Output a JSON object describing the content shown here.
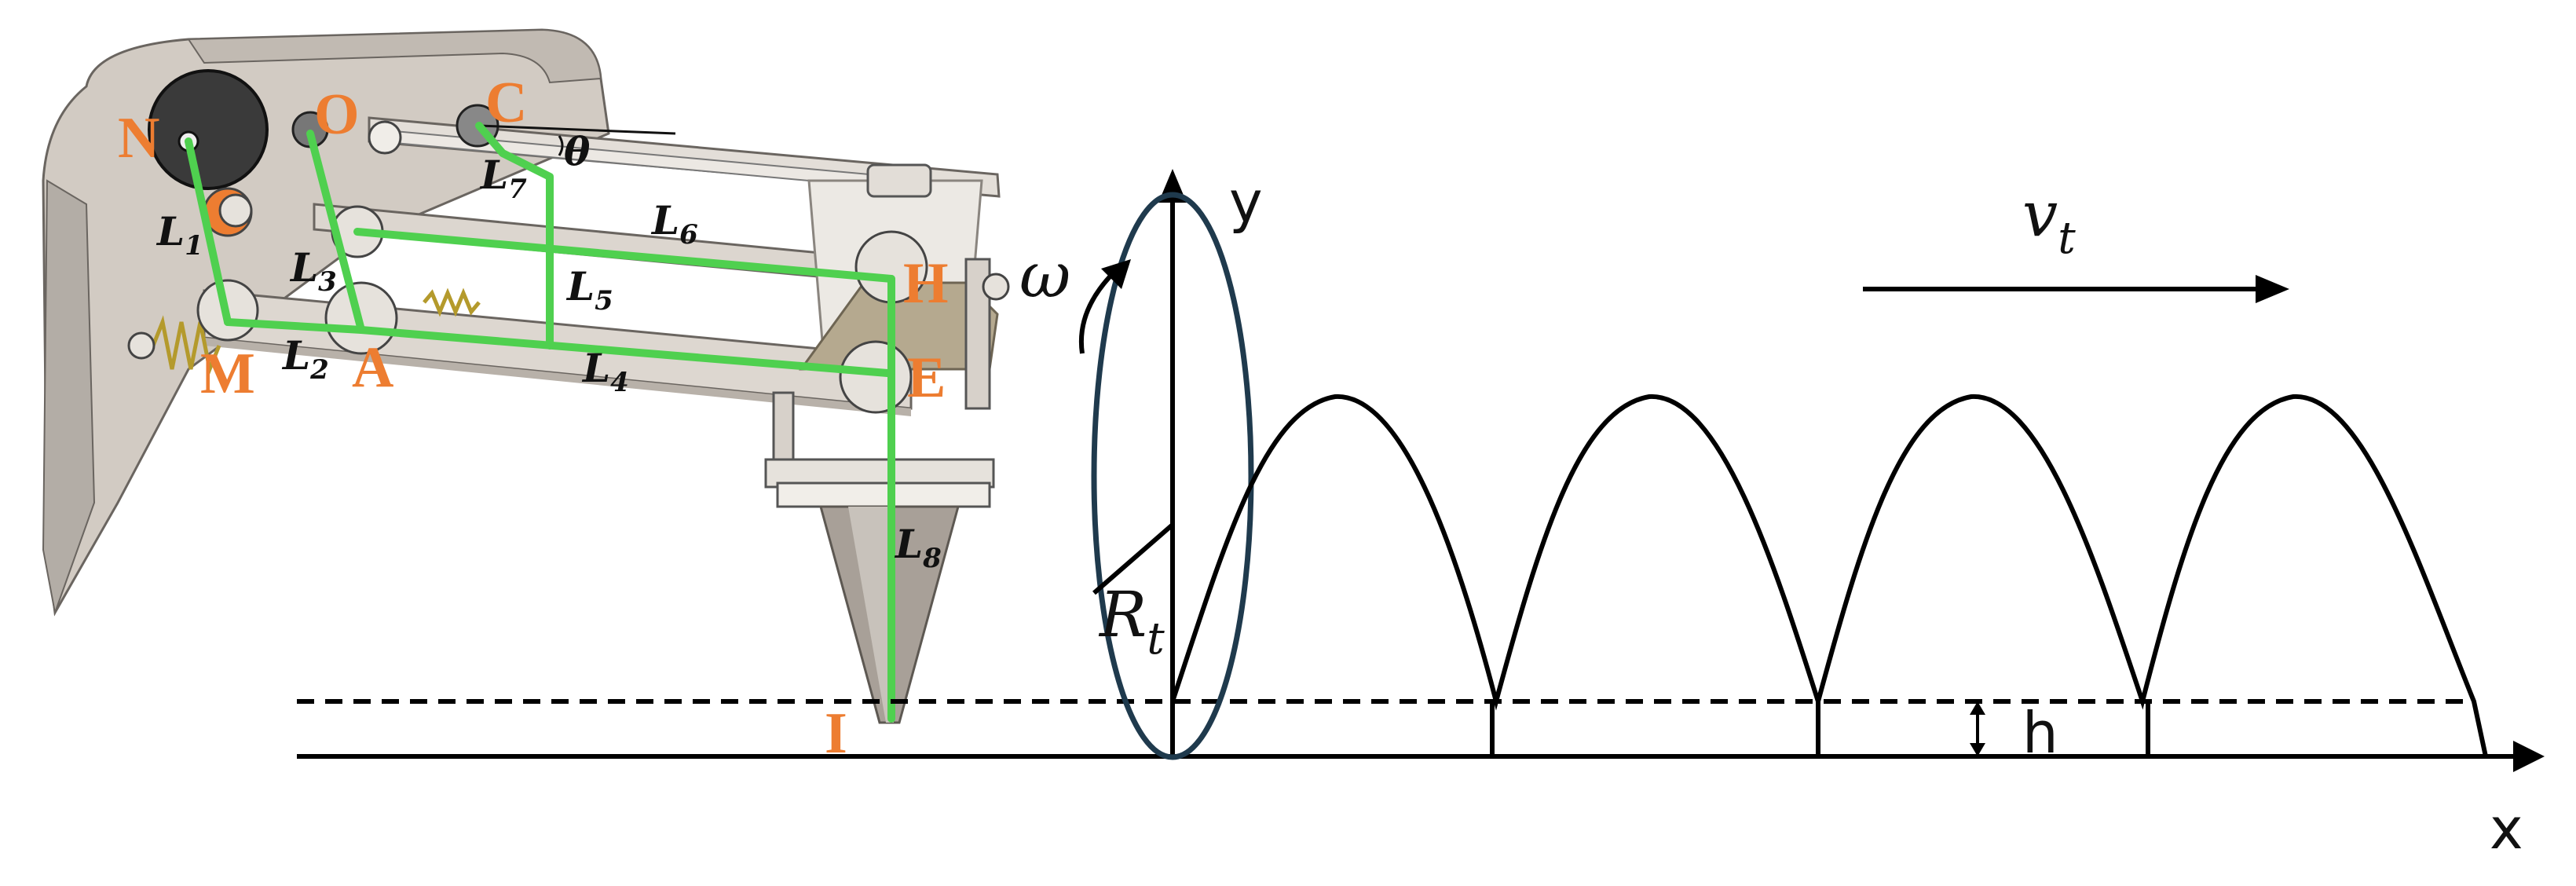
{
  "points": {
    "N": "N",
    "O": "O",
    "C": "C",
    "H": "H",
    "E": "E",
    "M": "M",
    "A": "A",
    "I": "I"
  },
  "links": [
    {
      "name": "L",
      "sub": "1"
    },
    {
      "name": "L",
      "sub": "2"
    },
    {
      "name": "L",
      "sub": "3"
    },
    {
      "name": "L",
      "sub": "4"
    },
    {
      "name": "L",
      "sub": "5"
    },
    {
      "name": "L",
      "sub": "6"
    },
    {
      "name": "L",
      "sub": "7"
    },
    {
      "name": "L",
      "sub": "8"
    }
  ],
  "angle": "θ",
  "axes": {
    "x": "x",
    "y": "y"
  },
  "symbols": {
    "omega": "ω",
    "velocity": "v",
    "velocity_sub": "t",
    "radius": "R",
    "radius_sub": "t",
    "height": "h"
  },
  "colors": {
    "linkage_green": "#4fd04f",
    "point_orange": "#ed7d31",
    "machine_gray": "#cfc8c0",
    "ellipse": "#1f3a4d"
  }
}
